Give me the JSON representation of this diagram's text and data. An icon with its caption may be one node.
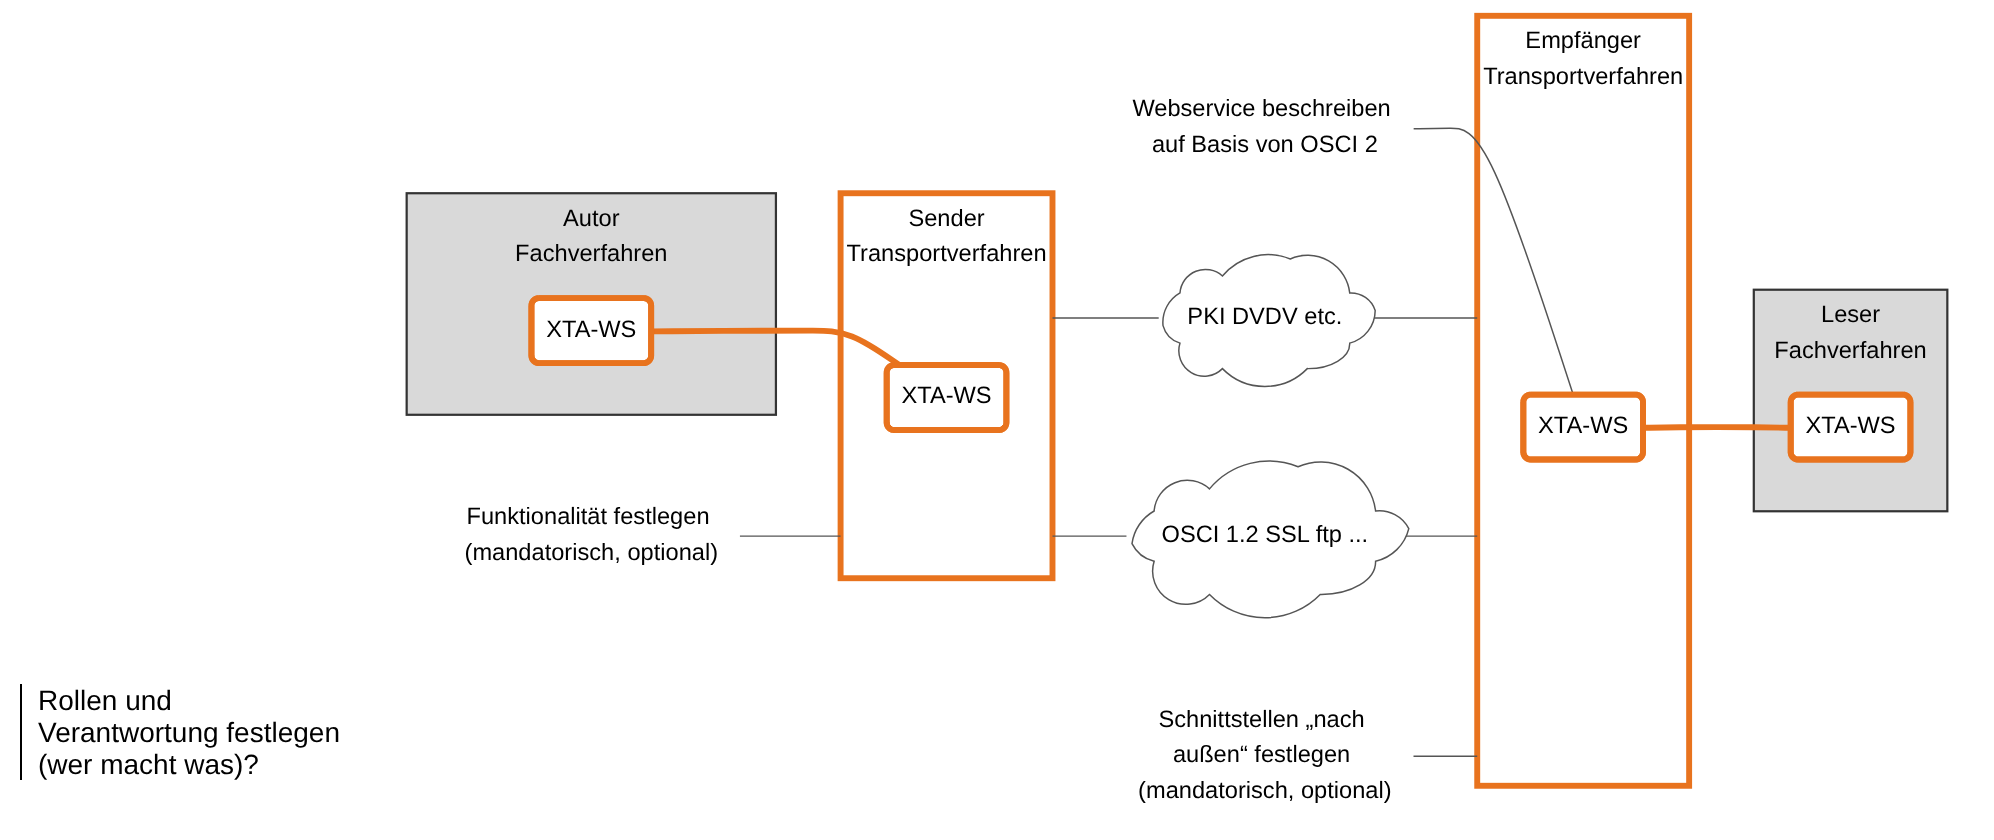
{
  "diagram": {
    "nodes": [
      {
        "text": [
          "Autor",
          "Fachverfahren"
        ]
      },
      {
        "text": [
          "XTA-WS"
        ],
        "in": 0
      },
      {
        "text": [
          "Sender",
          "Transportverfahren"
        ]
      },
      {
        "text": [
          "XTA-WS"
        ],
        "in": 2
      },
      {
        "text": [
          "Empfänger",
          "Transportverfahren"
        ]
      },
      {
        "text": [
          "XTA-WS"
        ],
        "in": 4
      },
      {
        "text": [
          "Leser",
          "Fachverfahren"
        ]
      },
      {
        "text": [
          "XTA-WS"
        ],
        "in": 6
      },
      {
        "text": [
          "PKI DVDV etc."
        ]
      },
      {
        "text": [
          "OSCI 1.2 SSL ftp ..."
        ]
      },
      {
        "text": [
          "Schnittstellen „nach außen“ festlegen (mandatorisch, optional)"
        ]
      },
      {
        "text": [
          "Funktionalität festlegen (mandatorisch, optional)"
        ]
      },
      {
        "text": [
          "Webservice beschreiben auf Basis von OSCI 2"
        ]
      }
    ],
    "edges": [
      {
        "from": 1,
        "to": 3,
        "arrow": "none",
        "style": "thick",
        "color": "#e8731e"
      },
      {
        "from": 2,
        "to": 8,
        "arrow": "none"
      },
      {
        "from": 8,
        "to": 4,
        "arrow": "none"
      },
      {
        "from": 2,
        "to": 9,
        "arrow": "none"
      },
      {
        "from": 9,
        "to": 4,
        "arrow": "none"
      },
      {
        "from": 5,
        "to": 7,
        "arrow": "none",
        "style": "thick",
        "color": "#e8731e"
      },
      {
        "from": 10,
        "to": 4,
        "arrow": "none"
      },
      {
        "from": 11,
        "to": 2,
        "arrow": "none"
      },
      {
        "from": 12,
        "to": 5,
        "arrow": "none"
      }
    ],
    "labels": [
      "Rollen und Verantwortung festlegen (wer macht was)?"
    ]
  }
}
